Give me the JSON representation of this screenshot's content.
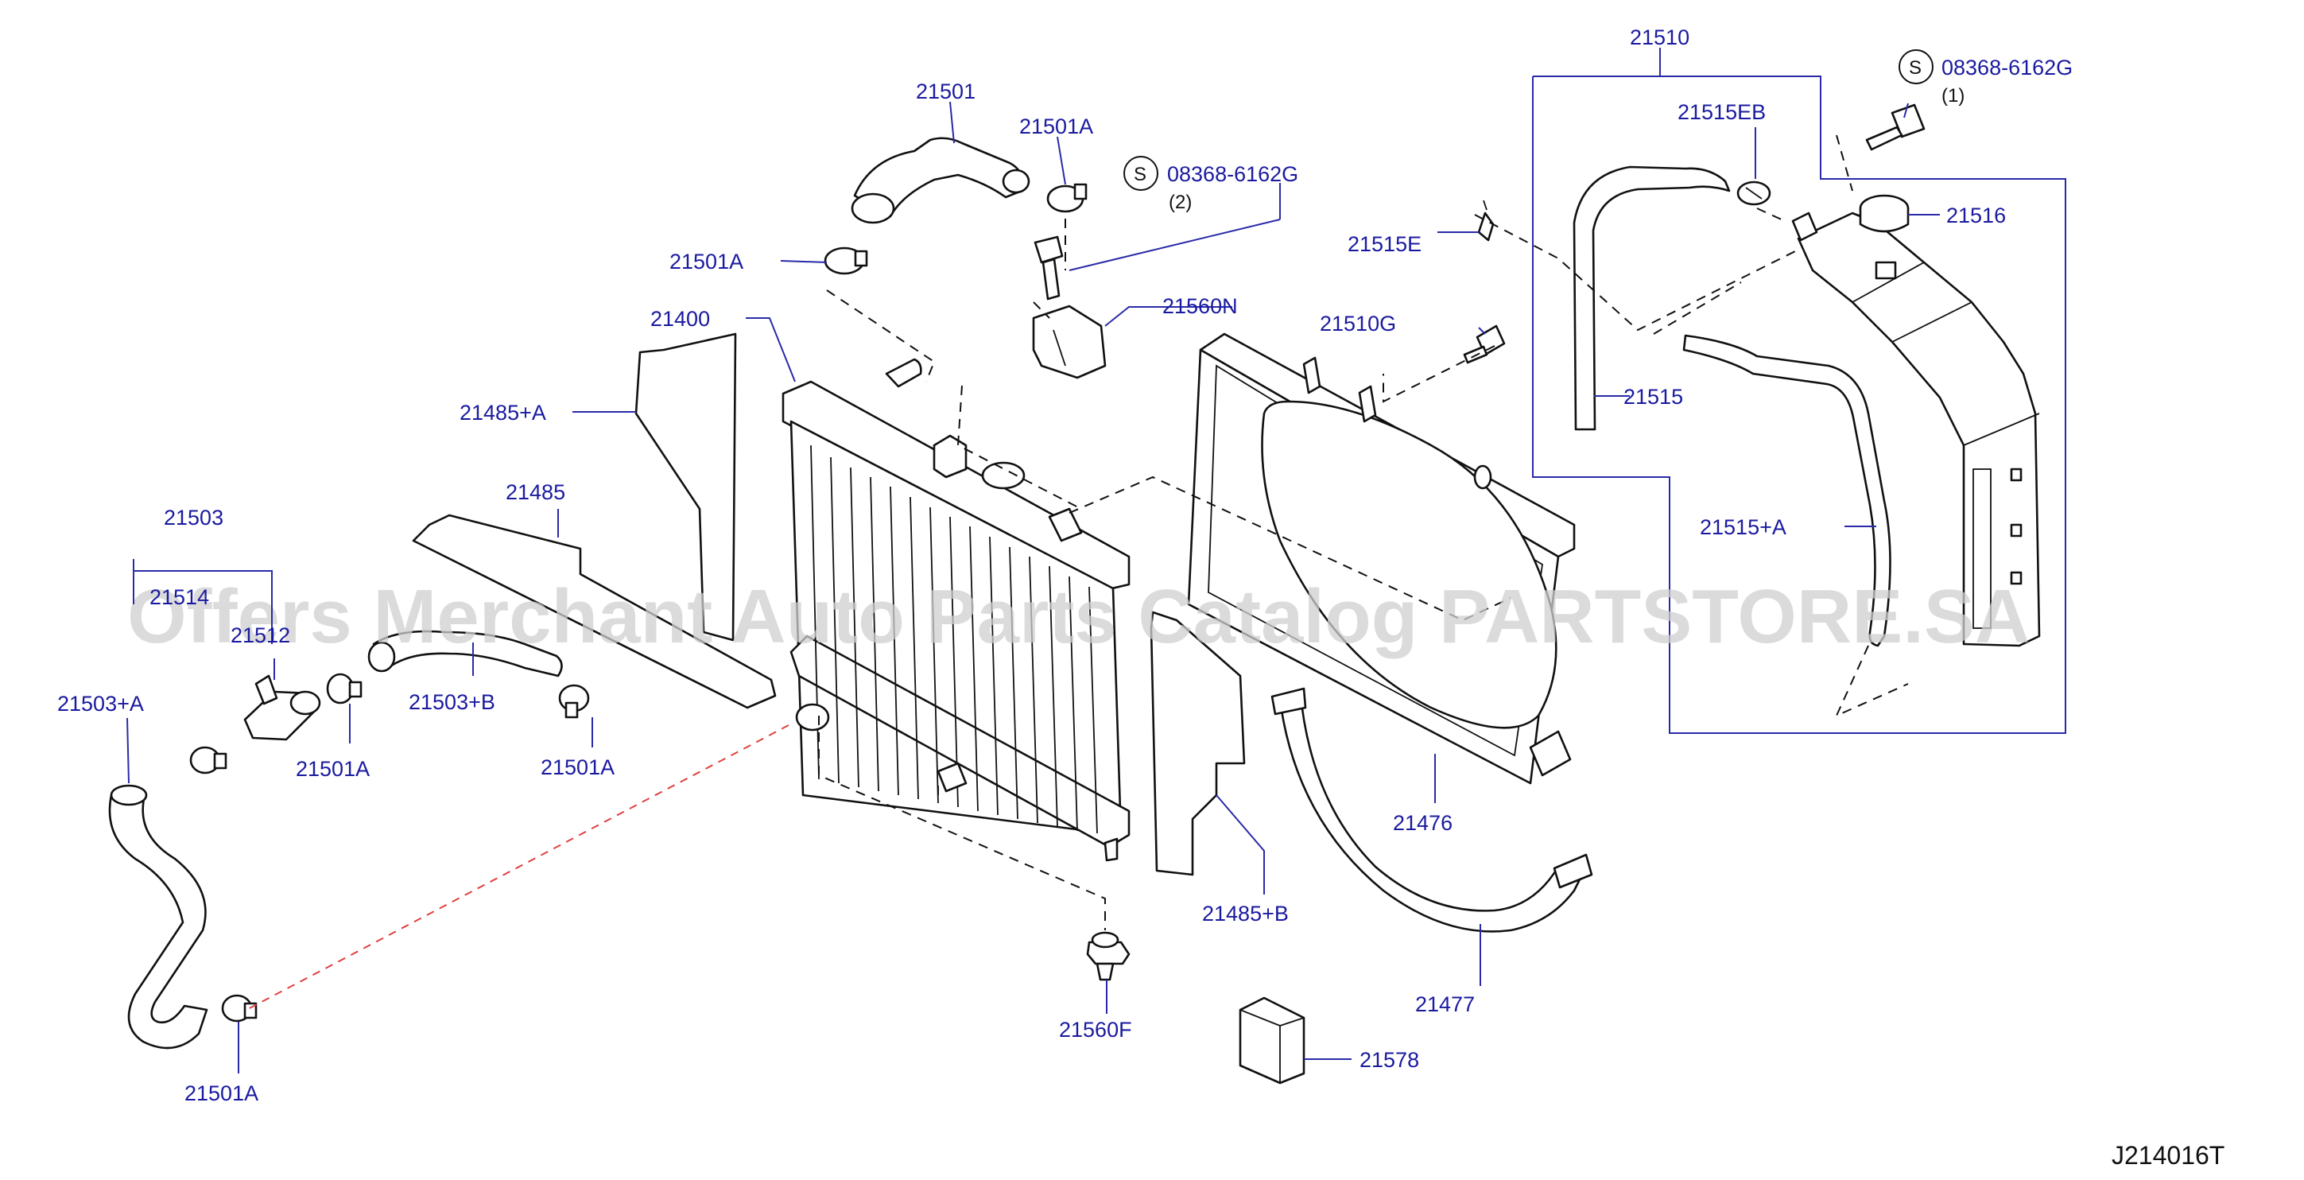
{
  "diagram": {
    "code": "J214016T",
    "watermark": "Offers Merchant Auto Parts Catalog PARTSTORE.SA",
    "labels": {
      "p21510": "21510",
      "p08368_top": "08368-6162G",
      "qty1": "(1)",
      "p21515EB": "21515EB",
      "p21516": "21516",
      "p21515E": "21515E",
      "p21510G": "21510G",
      "p21515": "21515",
      "p21515A": "21515+A",
      "p21501": "21501",
      "p21501A_top": "21501A",
      "p08368_mid": "08368-6162G",
      "qty2": "(2)",
      "p21501A_left": "21501A",
      "p21560N": "21560N",
      "p21400": "21400",
      "p21485A": "21485+A",
      "p21485": "21485",
      "p21503": "21503",
      "p21514": "21514",
      "p21512": "21512",
      "p21503A": "21503+A",
      "p21503B": "21503+B",
      "p21501A_b1": "21501A",
      "p21501A_b2": "21501A",
      "p21476": "21476",
      "p21485B": "21485+B",
      "p21477": "21477",
      "p21560F": "21560F",
      "p21578": "21578",
      "p21501A_bottom": "21501A",
      "s_mark": "S"
    }
  }
}
